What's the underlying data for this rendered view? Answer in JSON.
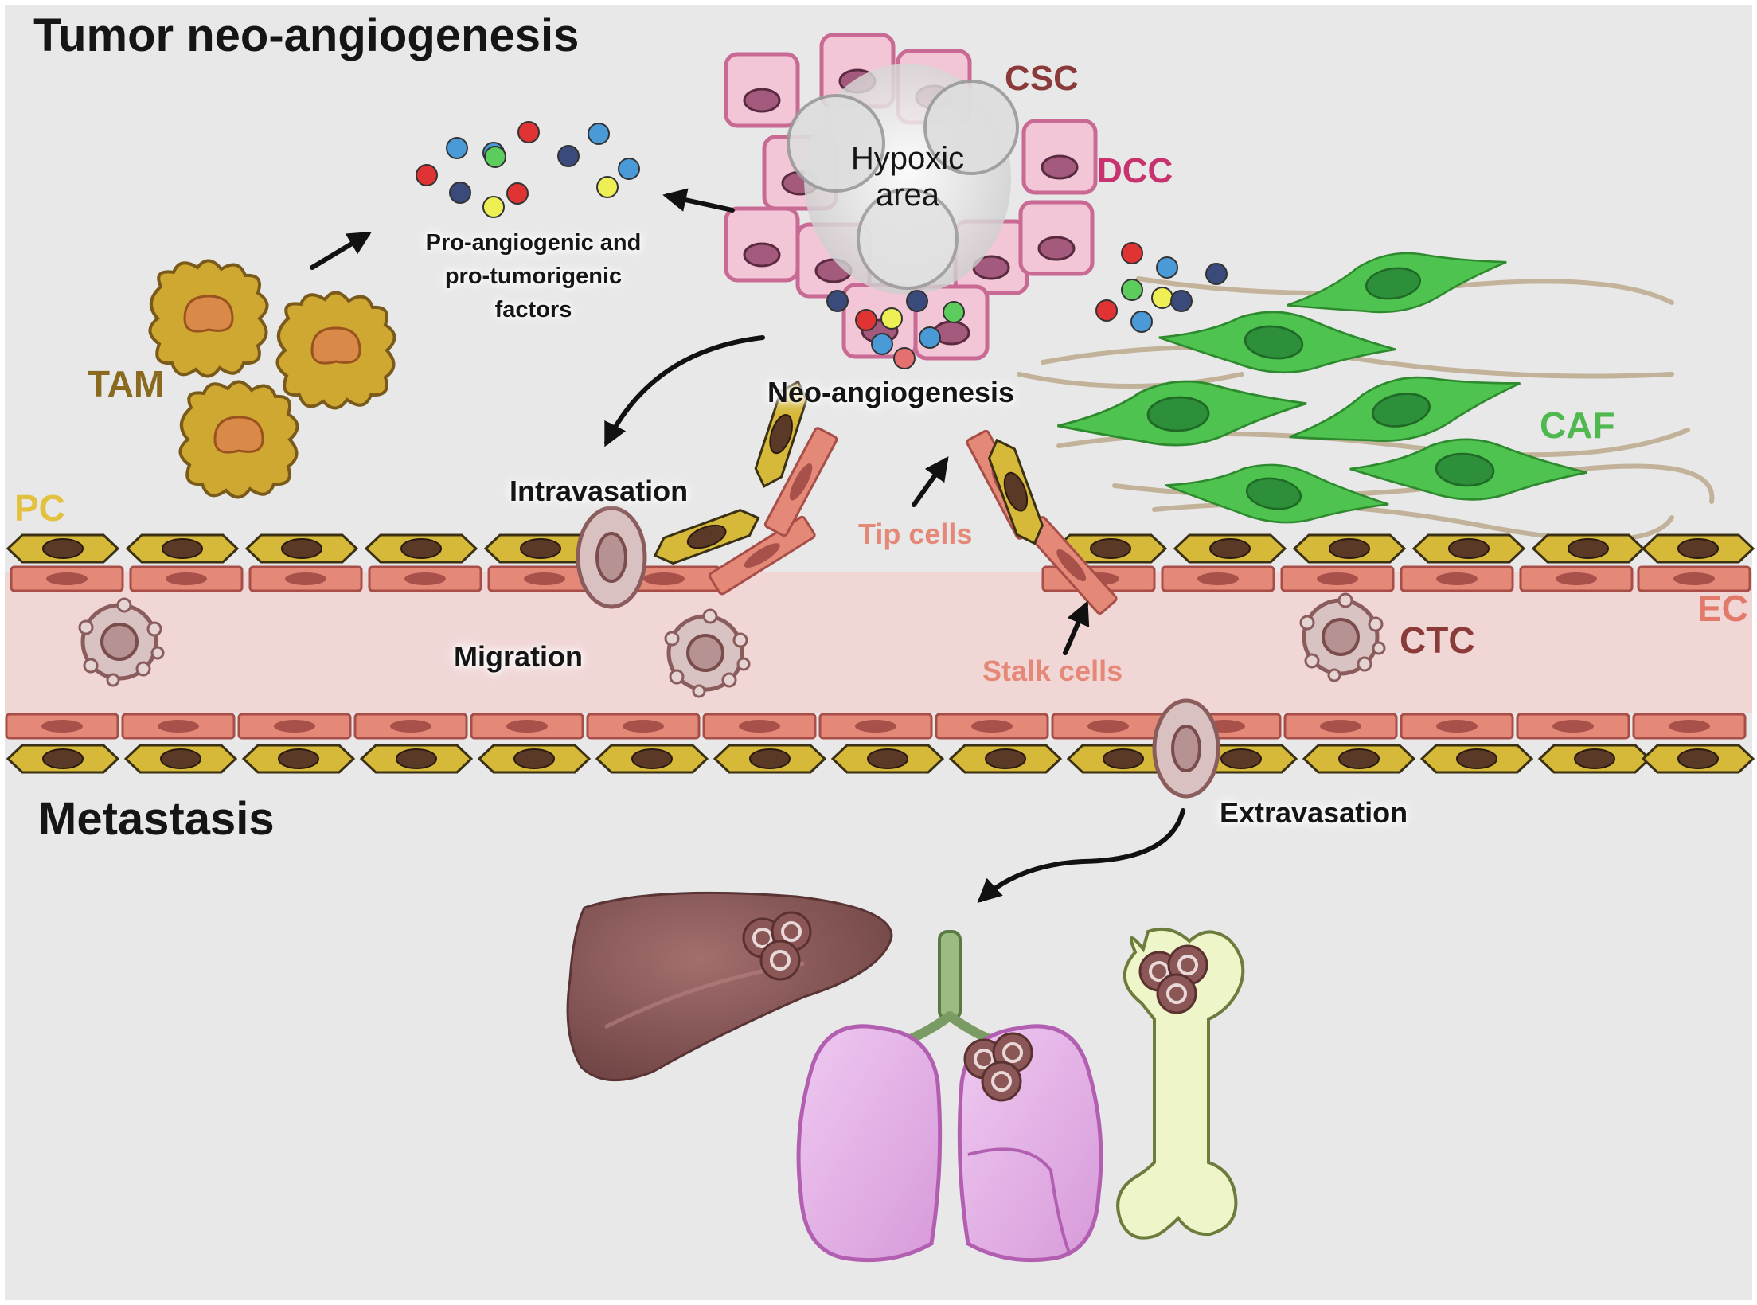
{
  "titles": {
    "top": "Tumor neo-angiogenesis",
    "bottom": "Metastasis"
  },
  "labels": {
    "csc": "CSC",
    "dcc": "DCC",
    "hypoxic_line1": "Hypoxic",
    "hypoxic_line2": "area",
    "factors_line1": "Pro-angiogenic and",
    "factors_line2": "pro-tumorigenic",
    "factors_line3": "factors",
    "tam": "TAM",
    "caf": "CAF",
    "pc": "PC",
    "ec": "EC",
    "ctc": "CTC",
    "neo_angiogenesis": "Neo-angiogenesis",
    "intravasation": "Intravasation",
    "migration": "Migration",
    "tip_cells": "Tip cells",
    "stalk_cells": "Stalk cells",
    "extravasation": "Extravasation"
  },
  "organs": [
    "liver-icon",
    "lungs-icon",
    "bone-icon"
  ],
  "colors": {
    "background": "#e8e8e8",
    "vessel_lumen": "#f1d6d6",
    "endothelial_cell": "#e48878",
    "pericyte": "#d7b93a",
    "tumor_cell": "#f2c6d6",
    "tumor_cell_border": "#c86a94",
    "tam": "#cfa832",
    "caf": "#4fc34f",
    "ctc": "#9c7777",
    "label_csc": "#8b3a3a",
    "label_dcc": "#c8326e",
    "label_tam": "#8a6a1e",
    "label_caf": "#4fb84f",
    "label_pc": "#e2c13e",
    "label_ec": "#e27a6c",
    "label_ctc": "#8b3a3a",
    "label_tip_stalk": "#e58878",
    "liver": "#8c5b5b",
    "lung": "#e2b2e4",
    "bone": "#eef5c9"
  }
}
